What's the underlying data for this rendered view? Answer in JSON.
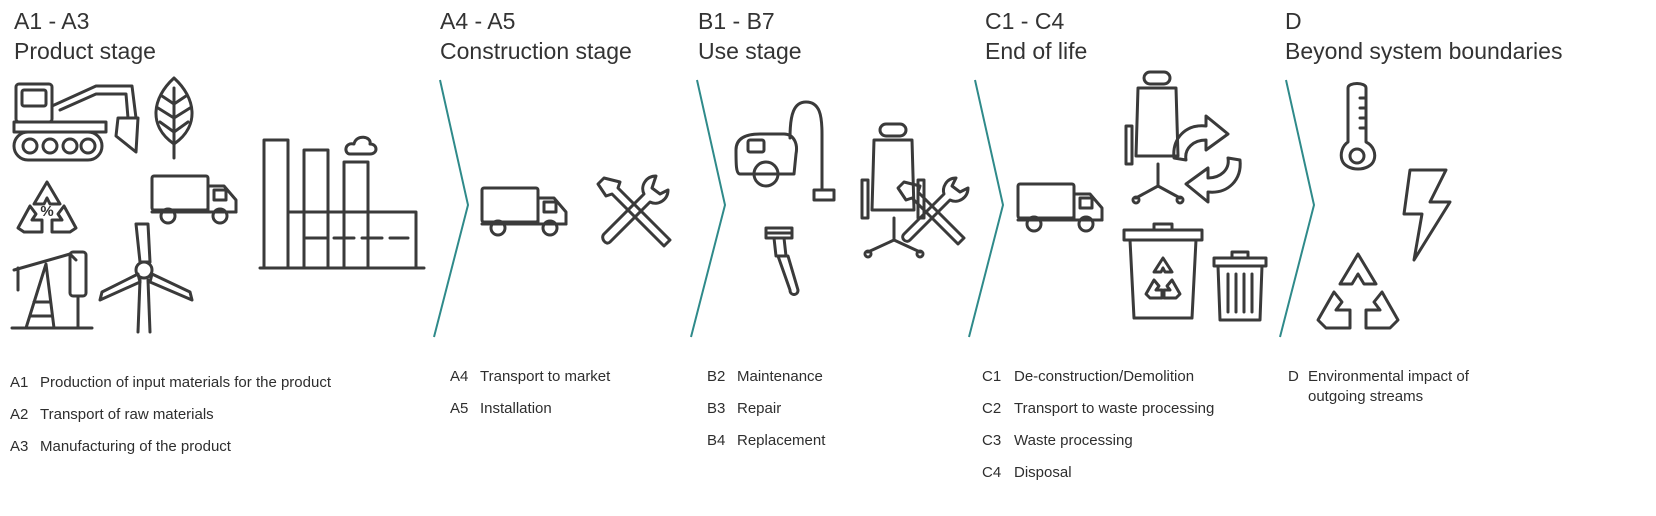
{
  "colors": {
    "divider": "#2f8a8a",
    "text": "#2e2e2e",
    "icon": "#3a3a3a"
  },
  "stages": [
    {
      "code": "A1 - A3",
      "name": "Product stage"
    },
    {
      "code": "A4 - A5",
      "name": "Construction stage"
    },
    {
      "code": "B1 - B7",
      "name": "Use stage"
    },
    {
      "code": "C1 - C4",
      "name": "End of life"
    },
    {
      "code": "D",
      "name": "Beyond system boundaries"
    }
  ],
  "icons": {
    "product": [
      "excavator",
      "leaf",
      "recycle-percent",
      "truck",
      "oil-pump",
      "wind-turbine",
      "factory"
    ],
    "construction": [
      "truck",
      "wrench-screwdriver"
    ],
    "use": [
      "vacuum-cleaner",
      "paint-brush",
      "office-chair-tools"
    ],
    "end_of_life": [
      "truck",
      "office-chair-refresh",
      "recycling-bin",
      "trash-can"
    ],
    "beyond": [
      "thermometer",
      "lightning",
      "recycle"
    ]
  },
  "recycle_percent_symbol": "%",
  "descriptions": {
    "product": [
      {
        "code": "A1",
        "text": "Production of input materials for the product"
      },
      {
        "code": "A2",
        "text": "Transport of raw materials"
      },
      {
        "code": "A3",
        "text": "Manufacturing of the product"
      }
    ],
    "construction": [
      {
        "code": "A4",
        "text": "Transport to market"
      },
      {
        "code": "A5",
        "text": "Installation"
      }
    ],
    "use": [
      {
        "code": "B2",
        "text": "Maintenance"
      },
      {
        "code": "B3",
        "text": "Repair"
      },
      {
        "code": "B4",
        "text": "Replacement"
      }
    ],
    "end_of_life": [
      {
        "code": "C1",
        "text": "De-construction/Demolition"
      },
      {
        "code": "C2",
        "text": "Transport to waste processing"
      },
      {
        "code": "C3",
        "text": "Waste processing"
      },
      {
        "code": "C4",
        "text": "Disposal"
      }
    ],
    "beyond": [
      {
        "code": "D",
        "text": "Environmental impact of outgoing streams"
      }
    ]
  }
}
